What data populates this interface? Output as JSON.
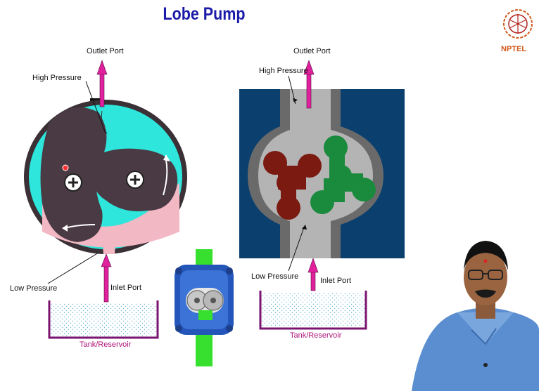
{
  "title": "Lobe Pump",
  "left_diagram": {
    "outlet_label": "Outlet Port",
    "high_pressure_label": "High Pressure",
    "low_pressure_label": "Low Pressure",
    "inlet_label": "Inlet Port",
    "tank_label": "Tank/Reservoir"
  },
  "right_diagram": {
    "outlet_label": "Outlet Port",
    "high_pressure_label": "High Pressure",
    "low_pressure_label": "Low Pressure",
    "inlet_label": "Inlet Port",
    "tank_label": "Tank/Reservoir"
  },
  "logo": {
    "text": "NPTEL"
  },
  "colors": {
    "title": "#1a1aa8",
    "arrow": "#e0209c",
    "cyan_fluid": "#2ee6dc",
    "pink_fluid": "#f2b8c4",
    "lobe_dark": "#4a3a44",
    "housing_blue": "#0a3f6e",
    "lobe_red": "#7a1a10",
    "lobe_green": "#1a8a3c",
    "tank_label": "#b0157a"
  }
}
